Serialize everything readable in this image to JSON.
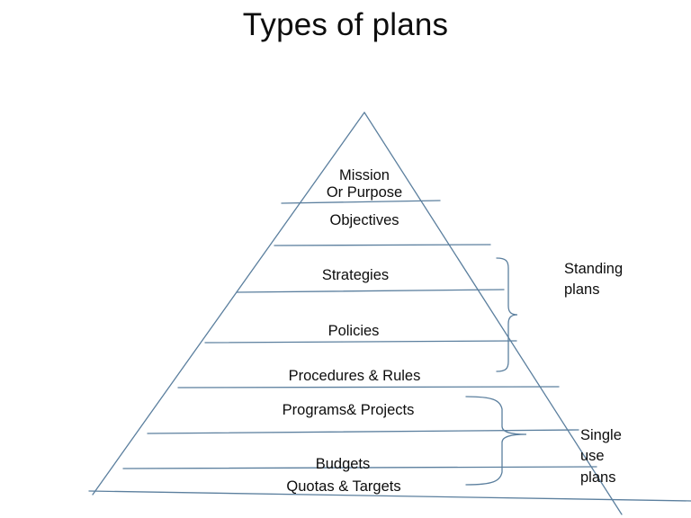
{
  "slide": {
    "title": "Types of plans",
    "background_color": "#ffffff",
    "line_color": "#5b7f9e",
    "text_color": "#0d0d0d"
  },
  "pyramid": {
    "name": "types-of-plans-pyramid",
    "levels": [
      {
        "id": "mission",
        "label_line1": "Mission",
        "label_line2": "Or Purpose"
      },
      {
        "id": "objectives",
        "label_line1": "Objectives",
        "label_line2": ""
      },
      {
        "id": "strategies",
        "label_line1": "Strategies",
        "label_line2": ""
      },
      {
        "id": "policies",
        "label_line1": "Policies",
        "label_line2": ""
      },
      {
        "id": "procedures-rules",
        "label_line1": "Procedures &  Rules",
        "label_line2": ""
      },
      {
        "id": "programs-projects",
        "label_line1": "Programs& Projects",
        "label_line2": ""
      },
      {
        "id": "budgets",
        "label_line1": "Budgets",
        "label_line2": ""
      },
      {
        "id": "quotas-targets",
        "label_line1": "Quotas  & Targets",
        "label_line2": ""
      }
    ]
  },
  "annotations": {
    "standing_plans": {
      "line1": "Standing",
      "line2": "plans",
      "brace_name": "standing-plans-brace"
    },
    "single_use_plans": {
      "line1": "Single",
      "line2": "use",
      "line3": "plans",
      "brace_name": "single-use-plans-brace"
    }
  }
}
